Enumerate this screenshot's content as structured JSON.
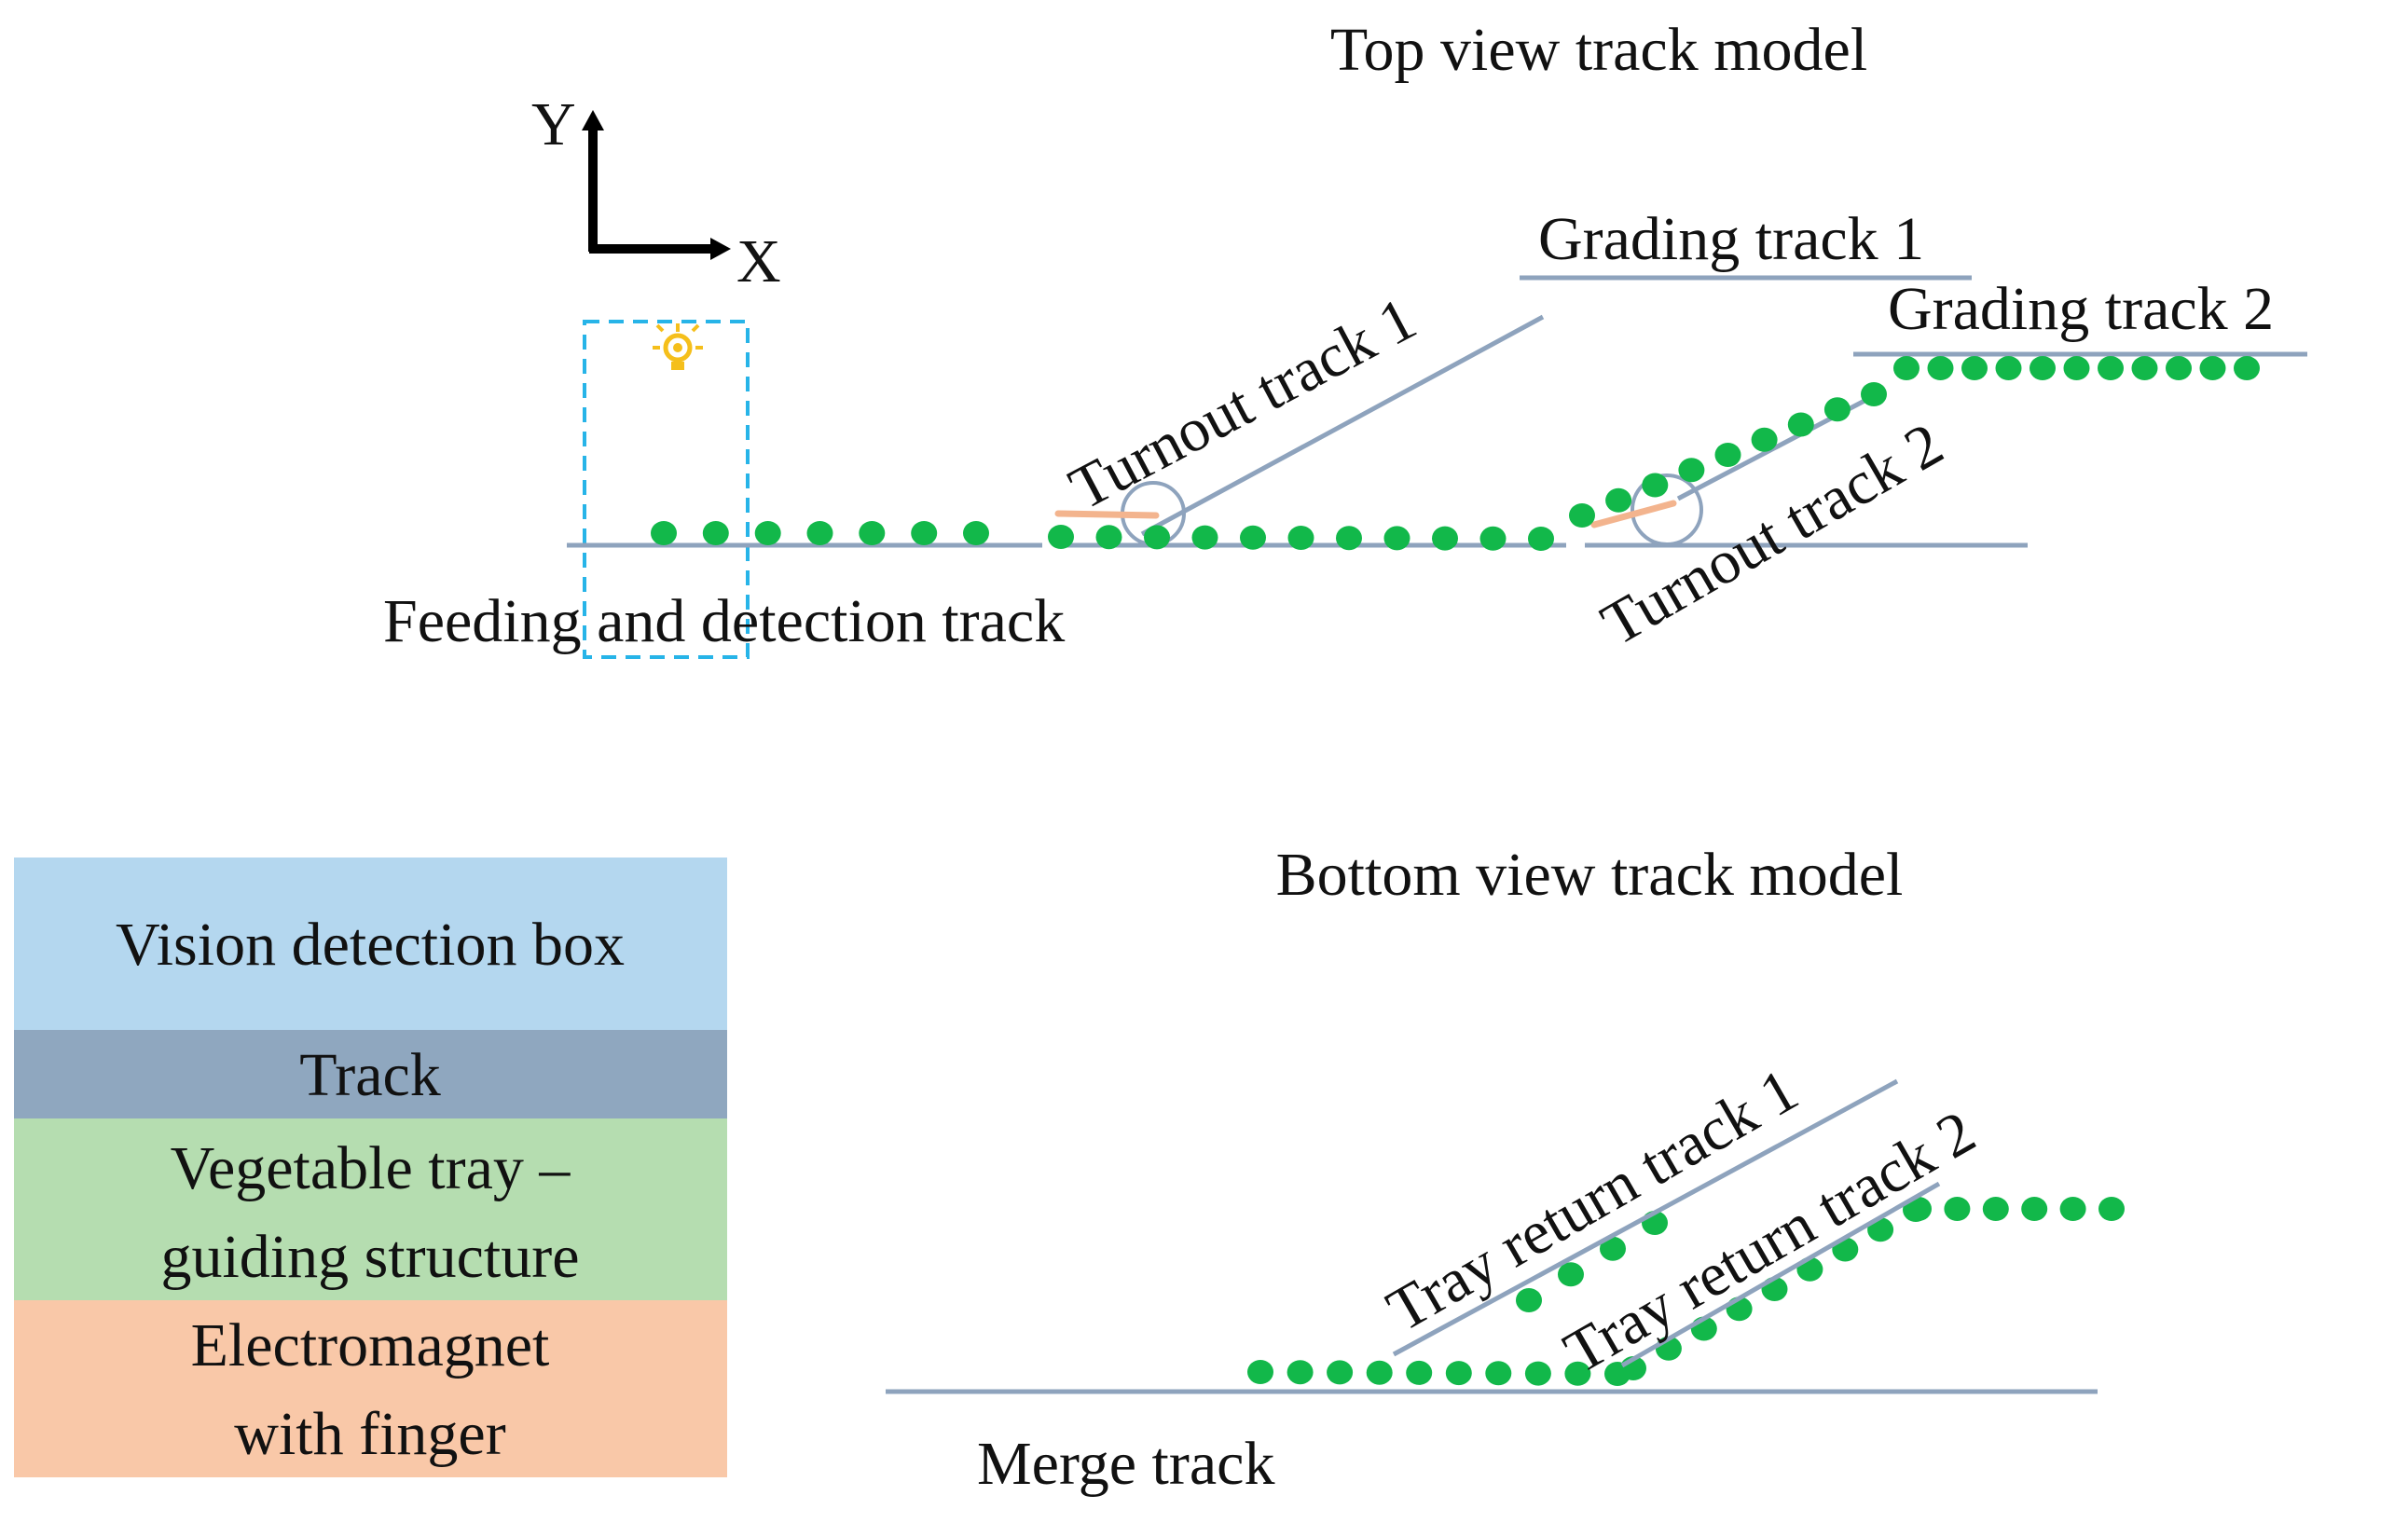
{
  "titles": {
    "top": "Top view track model",
    "bottom": "Bottom view track model"
  },
  "axes": {
    "y": "Y",
    "x": "X"
  },
  "tracks": {
    "feeding": "Feeding and detection track",
    "turnout1": "Turnout track 1",
    "turnout2": "Turnout track 2",
    "grading1": "Grading track 1",
    "grading2": "Grading track 2",
    "tray_return1": "Tray return track 1",
    "tray_return2": "Tray return track 2",
    "merge": "Merge track"
  },
  "legend": [
    {
      "key": "vision",
      "lines": [
        "Vision detection box"
      ],
      "color": "#b4d7ef"
    },
    {
      "key": "track",
      "lines": [
        "Track"
      ],
      "color": "#8fa7bf"
    },
    {
      "key": "tray",
      "lines": [
        "Vegetable tray –",
        "guiding structure"
      ],
      "color": "#b5ddb0"
    },
    {
      "key": "magnet",
      "lines": [
        "Electromagnet",
        "with  finger"
      ],
      "color": "#f9c8a8"
    }
  ],
  "icons": {
    "camera": "lightbulb-icon",
    "coordinate": "xy-axis-icon"
  },
  "colors": {
    "track_line": "#8ea3bd",
    "tray_dot": "#12b84a",
    "vision_box": "#27b4e8",
    "magnet": "#f3b48e",
    "bulb": "#f5bf1b"
  }
}
